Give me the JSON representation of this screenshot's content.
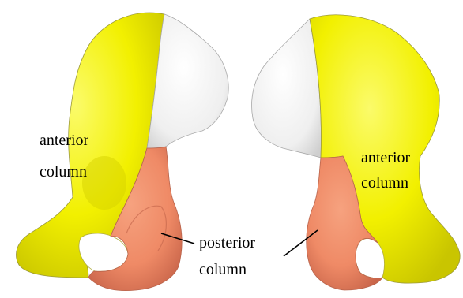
{
  "labels": {
    "left_anterior_line1": "anterior",
    "left_anterior_line2": "column",
    "center_posterior_line1": "posterior",
    "center_posterior_line2": "column",
    "right_anterior_line1": "anterior",
    "right_anterior_line2": "column"
  },
  "colors": {
    "anterior_column": "#f2f000",
    "posterior_column": "#ef8a66",
    "white_region": "#f2f2f2",
    "outline": "#8d8d6a",
    "leader_line": "#000000"
  }
}
